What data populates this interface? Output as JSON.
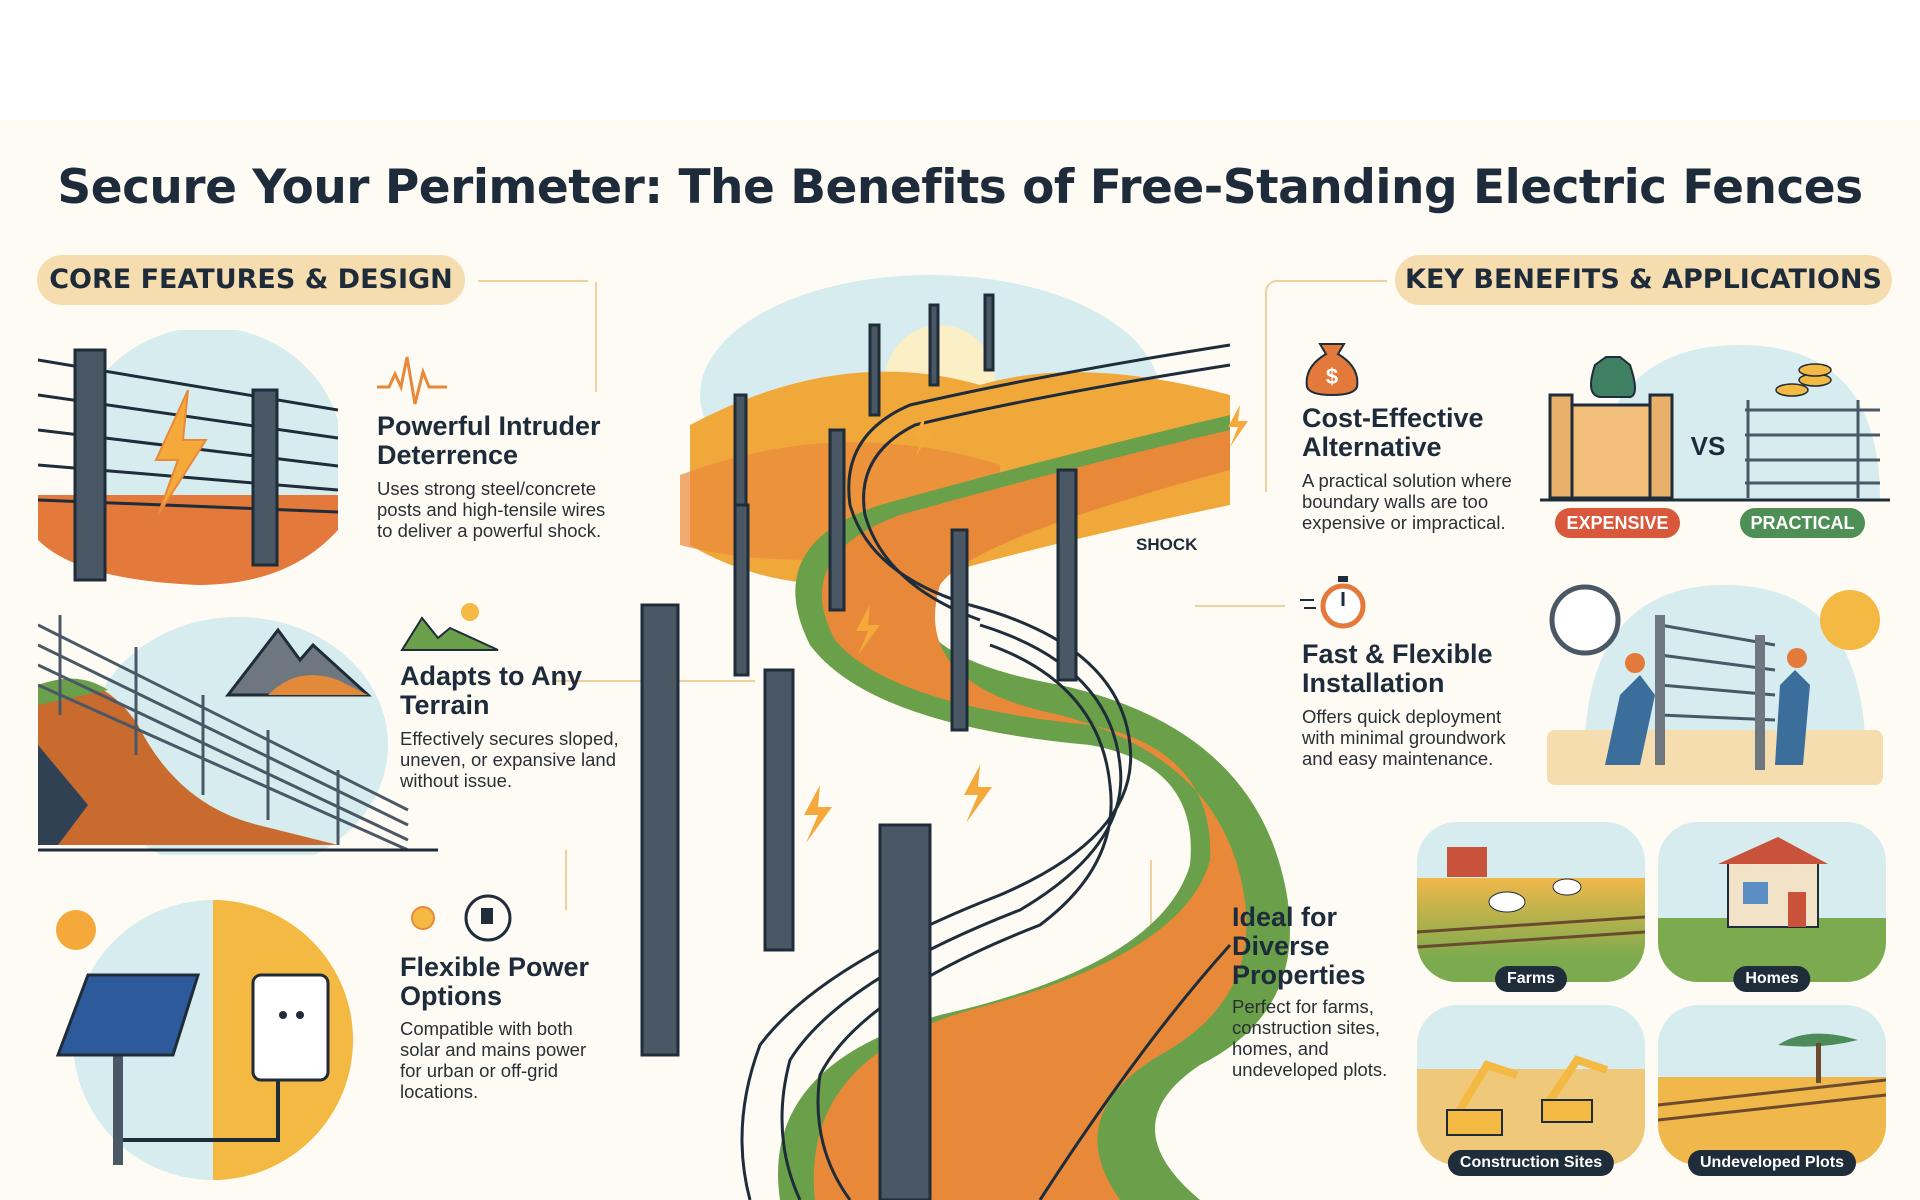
{
  "title": "Secure Your Perimeter: The Benefits of Free-Standing Electric Fences",
  "sections": {
    "left_header": "CORE FEATURES & DESIGN",
    "right_header": "KEY BENEFITS & APPLICATIONS"
  },
  "features": [
    {
      "icon": "pulse-icon",
      "title": "Powerful Intruder Deterrence",
      "body_lines": [
        "Uses strong steel/concrete",
        "posts and high-tensile wires",
        "to deliver a powerful shock."
      ]
    },
    {
      "icon": "mountain-icon",
      "title": "Adapts to Any Terrain",
      "body_lines": [
        "Effectively secures sloped,",
        "uneven, or expansive land",
        "without issue."
      ]
    },
    {
      "icon": "sun-plug-icon",
      "title": "Flexible Power Options",
      "body_lines": [
        "Compatible with both",
        "solar and mains power",
        "for urban or off-grid",
        "locations."
      ]
    }
  ],
  "benefits": [
    {
      "icon": "money-bag-icon",
      "title": "Cost-Effective Alternative",
      "body_lines": [
        "A practical solution where",
        "boundary walls are too",
        "expensive or impractical."
      ]
    },
    {
      "icon": "stopwatch-icon",
      "title": "Fast & Flexible Installation",
      "body_lines": [
        "Offers quick deployment",
        "with minimal groundwork",
        "and easy maintenance."
      ]
    },
    {
      "title": "Ideal for Diverse Properties",
      "body_lines": [
        "Perfect for farms,",
        "construction sites,",
        "homes, and",
        "undeveloped plots."
      ]
    }
  ],
  "comparison": {
    "vs": "VS",
    "left_badge": "EXPENSIVE",
    "right_badge": "PRACTICAL"
  },
  "center": {
    "shock_label": "SHOCK"
  },
  "properties": [
    "Farms",
    "Homes",
    "Construction Sites",
    "Undeveloped Plots"
  ],
  "colors": {
    "navy": "#1d2b3a",
    "pill": "#f6ddb0",
    "orange": "#e8893a",
    "green": "#5f9a4e",
    "sky": "#d6ecef",
    "expensive": "#d9573a",
    "practical": "#4e8f55"
  }
}
